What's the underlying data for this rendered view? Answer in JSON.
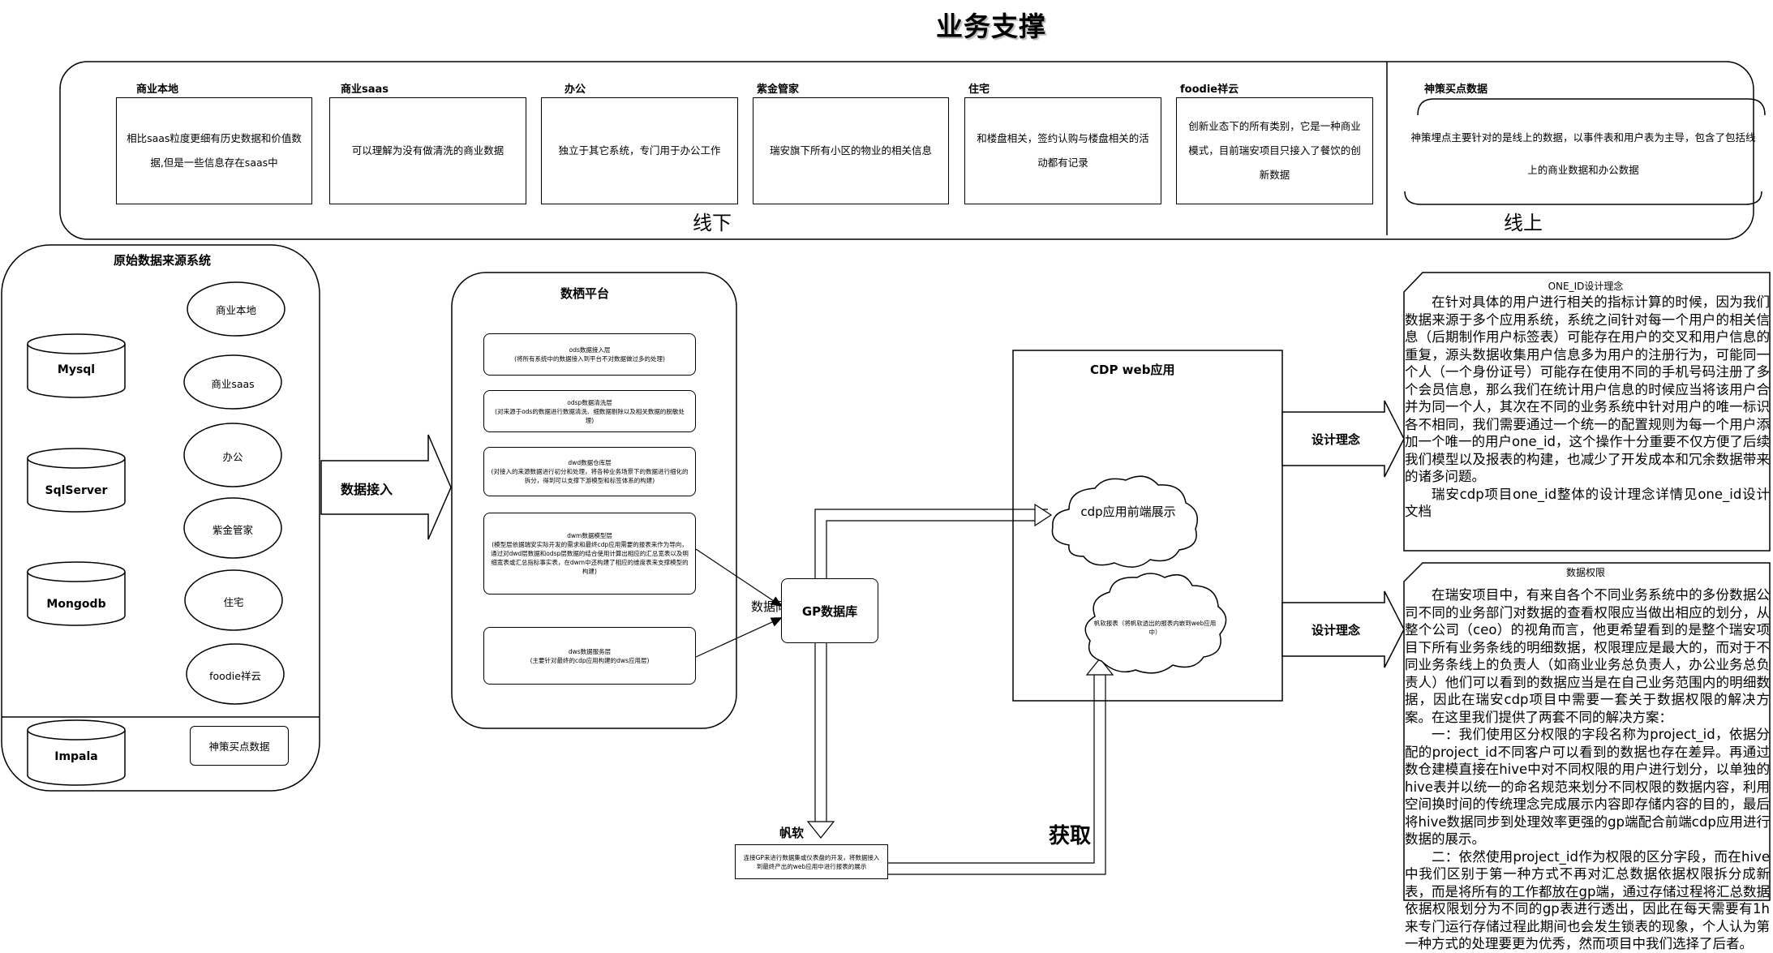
{
  "title": "业务支撑",
  "offline_label": "线下",
  "online_label": "线上",
  "biz_cards": [
    {
      "title": "商业本地",
      "desc": "相比saas粒度更细有历史数据和价值数据,但是一些信息存在saas中"
    },
    {
      "title": "商业saas",
      "desc": "可以理解为没有做清洗的商业数据"
    },
    {
      "title": "办公",
      "desc": "独立于其它系统，专门用于办公工作"
    },
    {
      "title": "紫金管家",
      "desc": "瑞安旗下所有小区的物业的相关信息"
    },
    {
      "title": "住宅",
      "desc": "和楼盘相关，签约认购与楼盘相关的活动都有记录"
    },
    {
      "title": "foodie祥云",
      "desc": "创新业态下的所有类别，它是一种商业模式，目前瑞安项目只接入了餐饮的创新数据"
    }
  ],
  "online_card": {
    "title": "神策买点数据",
    "desc": "神策埋点主要针对的是线上的数据，以事件表和用户表为主导，包含了包括线上的商业数据和办公数据"
  },
  "source": {
    "title": "原始数据来源系统",
    "databases": [
      "Mysql",
      "SqlServer",
      "Mongodb",
      "Impala"
    ],
    "systems": [
      "商业本地",
      "商业saas",
      "办公",
      "紫金管家",
      "住宅",
      "foodie祥云"
    ],
    "shence": "神策买点数据"
  },
  "arrows": {
    "ingest": "数据接入",
    "sync": "数据同步",
    "design1": "设计理念",
    "design2": "设计理念",
    "fetch": "获取"
  },
  "warehouse": {
    "title": "数栖平台",
    "layers": [
      {
        "name": "ods数据接入层",
        "desc": "(将所有系统中的数据接入到平台不对数据做过多的处理)"
      },
      {
        "name": "odsp数据清洗层",
        "desc": "(对来源于ods的数据进行数据清洗、细数据剔除以及相关数据的脱敏处理)"
      },
      {
        "name": "dwd数据仓库层",
        "desc": "(对接入的来源数据进行初分和处理，将各种业务场景下的数据进行细化的拆分，得到可以支撑下游模型和标签体系的构建)"
      },
      {
        "name": "dwm数据模型层",
        "desc": "(模型层依据瑞安实际开发的需求和最终cdp应用需要的报表来作为导向，通过对dwd层数据和odsp层数据的结合使用计算出相应的汇总宽表以及明细宽表或汇总指标事实表，在dwm中还构建了相应的维度表来支撑模型的构建)"
      },
      {
        "name": "dws数据服务层",
        "desc": "(主要针对最终的cdp应用构建的dws应用层)"
      }
    ]
  },
  "gp": "GP数据库",
  "fanruan": {
    "title": "帆软",
    "desc": "连接GP来进行数据集或仪表盘的开发，将数据接入到最终产出的web应用中进行报表的展示"
  },
  "cdp": {
    "title": "CDP web应用",
    "cloud1": "cdp应用前端展示",
    "cloud2": "帆软报表（将帆软透出的报表内嵌到web应用中）"
  },
  "oneid": {
    "heading": "ONE_ID设计理念",
    "p1": "在针对具体的用户进行相关的指标计算的时候，因为我们数据来源于多个应用系统，系统之间针对每一个用户的相关信息（后期制作用户标签表）可能存在用户的交叉和用户信息的重复，源头数据收集用户信息多为用户的注册行为，可能同一个人（一个身份证号）可能存在使用不同的手机号码注册了多个会员信息，那么我们在统计用户信息的时候应当将该用户合并为同一个人，其次在不同的业务系统中针对用户的唯一标识各不相同，我们需要通过一个统一的配置规则为每一个用户添加一个唯一的用户one_id，这个操作十分重要不仅方便了后续我们模型以及报表的构建，也减少了开发成本和冗余数据带来的诸多问题。",
    "p2": "瑞安cdp项目one_id整体的设计理念详情见one_id设计文档"
  },
  "permission": {
    "heading": "数据权限",
    "p1": "在瑞安项目中，有来自各个不同业务系统中的多份数据公司不同的业务部门对数据的查看权限应当做出相应的划分，从整个公司（ceo）的视角而言，他更希望看到的是整个瑞安项目下所有业务条线的明细数据，权限理应是最大的，而对于不同业务条线上的负责人（如商业业务总负责人，办公业务总负责人）他们可以看到的数据应当是在自己业务范围内的明细数据，因此在瑞安cdp项目中需要一套关于数据权限的解决方案。在这里我们提供了两套不同的解决方案：",
    "p2": "一：我们使用区分权限的字段名称为project_id，依据分配的project_id不同客户可以看到的数据也存在差异。再通过数仓建模直接在hive中对不同权限的用户进行划分，以单独的hive表并以统一的命名规范来划分不同权限的数据内容，利用空间换时间的传统理念完成展示内容即存储内容的目的，最后将hive数据同步到处理效率更强的gp端配合前端cdp应用进行数据的展示。",
    "p3": "二：依然使用project_id作为权限的区分字段，而在hive中我们区别于第一种方式不再对汇总数据依据权限拆分成新表，而是将所有的工作都放在gp端，通过存储过程将汇总数据依据权限划分为不同的gp表进行透出，因此在每天需要有1h来专门运行存储过程此期间也会发生锁表的现象，个人认为第一种方式的处理要更为优秀，然而项目中我们选择了后者。"
  },
  "colors": {
    "line": "#000000",
    "bg": "#ffffff"
  }
}
